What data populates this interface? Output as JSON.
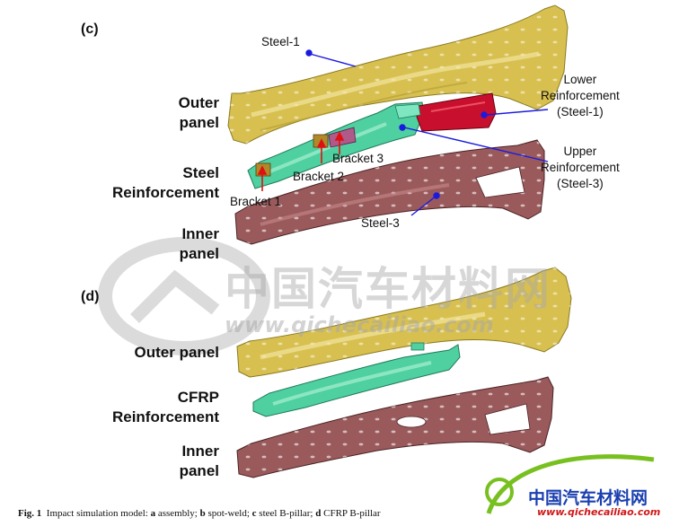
{
  "panel_c": {
    "tag": "(c)",
    "outer_panel": [
      "Outer",
      "panel"
    ],
    "steel_reinforcement": [
      "Steel",
      "Reinforcement"
    ],
    "inner_panel": [
      "Inner",
      "panel"
    ],
    "steel1": "Steel-1",
    "steel3": "Steel-3",
    "lower_reinforcement": [
      "Lower",
      "Reinforcement",
      "(Steel-1)"
    ],
    "upper_reinforcement": [
      "Upper",
      "Reinforcement",
      "(Steel-3)"
    ],
    "bracket1": "Bracket 1",
    "bracket2": "Bracket 2",
    "bracket3": "Bracket 3"
  },
  "panel_d": {
    "tag": "(d)",
    "outer_panel": "Outer panel",
    "cfrp_reinforcement": [
      "CFRP",
      "Reinforcement"
    ],
    "inner_panel": [
      "Inner",
      "panel"
    ]
  },
  "caption": {
    "fig": "Fig. 1",
    "text_pre": "Impact simulation model: ",
    "a": "a",
    "a_text": " assembly; ",
    "b": "b",
    "b_text": " spot-weld; ",
    "c": "c",
    "c_text": " steel B-pillar; ",
    "d": "d",
    "d_text": " CFRP B-pillar"
  },
  "watermark": {
    "cn_text": "中国汽车材料网",
    "url": "www.qichecailiao.com",
    "logo_cn": "中国汽车材料网",
    "logo_url": "www.qichecailiao.com"
  },
  "colors": {
    "steel1": "#d8c050",
    "steel3": "#9a5a5c",
    "reinforcement": "#4fd0a0",
    "lower_reinf": "#c8102e",
    "bracket": "#b08a2a",
    "bracket3": "#b05a8a",
    "arrow_blue": "#1a1adf",
    "arrow_red": "#e01010"
  }
}
